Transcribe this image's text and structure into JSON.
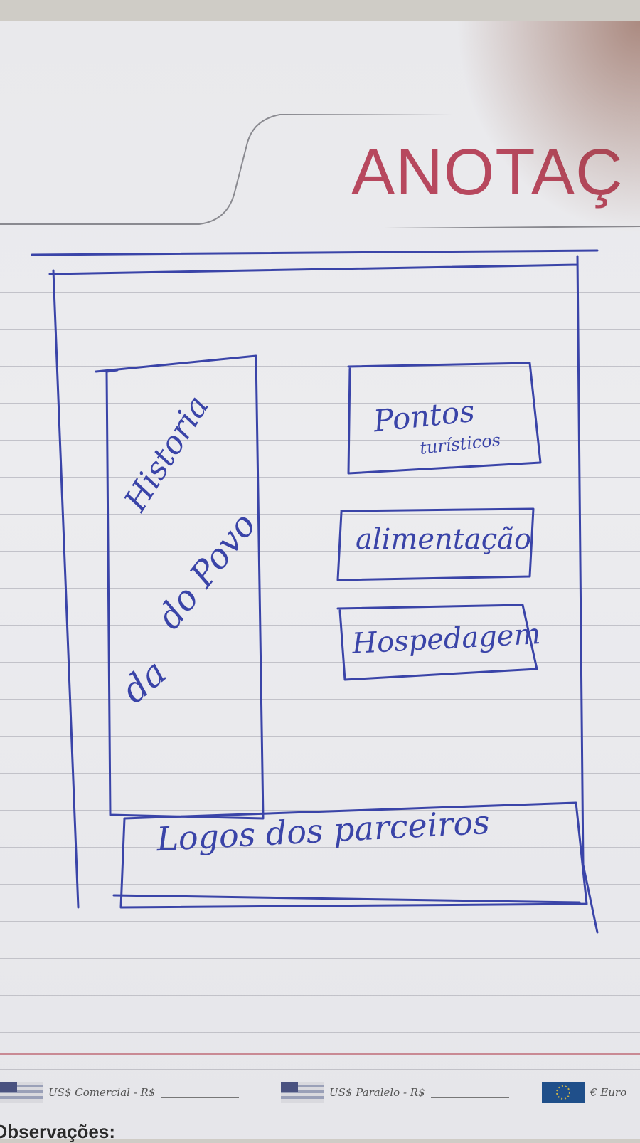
{
  "page": {
    "title": "ANOTAÇ",
    "title_color": "#b7485e",
    "ink_color": "#3a44a8"
  },
  "sketch": {
    "sidebar_text": [
      "Historia",
      "do Povo",
      "da"
    ],
    "boxes": [
      {
        "label": "Pontos turísticos",
        "lines": [
          "Pontos",
          "turísticos"
        ]
      },
      {
        "label": "alimentação"
      },
      {
        "label": "Hospedagem"
      }
    ],
    "footer_box": "Logos dos parceiros"
  },
  "footer": {
    "currencies": [
      {
        "label": "US$ Comercial - R$",
        "icon": "us-flag-icon"
      },
      {
        "label": "US$ Paralelo - R$",
        "icon": "us-flag-icon"
      },
      {
        "label": "€ Euro",
        "icon": "eu-flag-icon"
      }
    ],
    "observations_label": "Observações:"
  }
}
